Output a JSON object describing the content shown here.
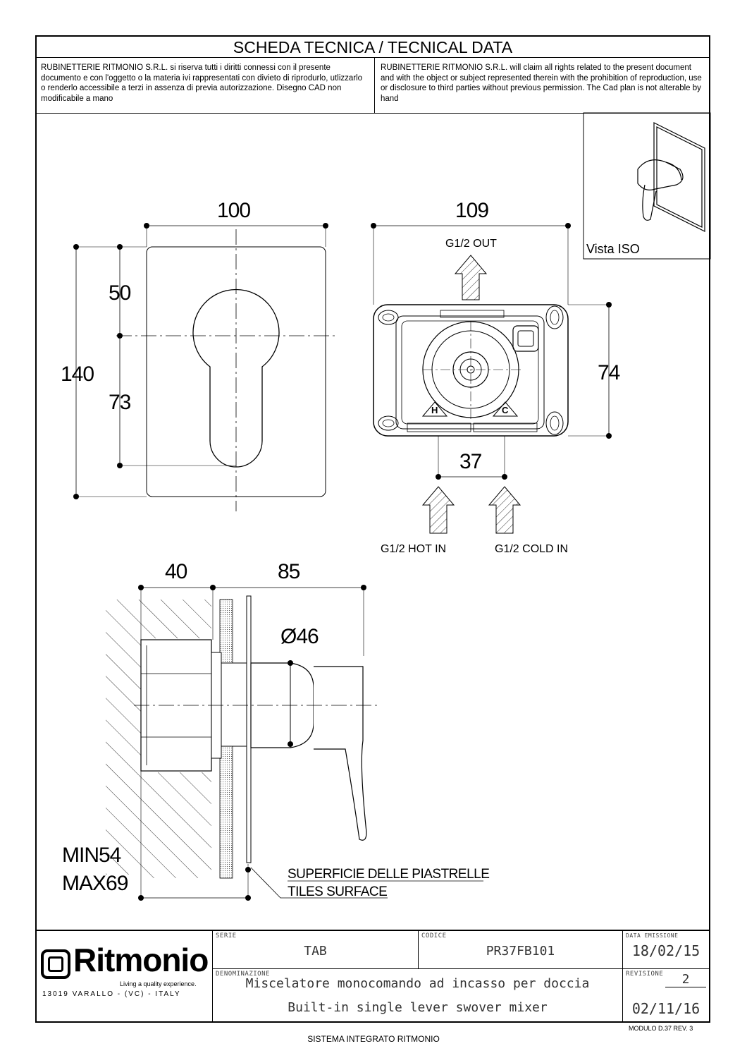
{
  "header": {
    "title": "SCHEDA TECNICA / TECNICAL DATA",
    "disclaimer_it": "RUBINETTERIE RITMONIO S.R.L. si riserva tutti i diritti connessi con il presente documento e con l'oggetto o la materia ivi rappresentati con divieto di riprodurlo, utlizzarlo o renderlo accessibile a terzi in assenza di previa autorizzazione. Disegno CAD non modificabile a mano",
    "disclaimer_en": "RUBINETTERIE RITMONIO S.R.L. will claim all rights related to the present document and with the object or subject represented therein with the prohibition  of reproduction, use or disclosure to third parties without previous permission.  The Cad plan is not alterable by hand"
  },
  "front_view": {
    "dim_width": "100",
    "dim_height": "140",
    "dim_top": "50",
    "dim_lower": "73"
  },
  "back_view": {
    "dim_width": "109",
    "dim_height": "74",
    "dim_inlets": "37",
    "outlet_label": "G1/2 OUT",
    "hot_label": "G1/2 HOT IN",
    "cold_label": "G1/2 COLD IN",
    "hot_mark": "H",
    "cold_mark": "C"
  },
  "iso_view": {
    "label": "Vista ISO"
  },
  "side_view": {
    "dim_wall": "40",
    "dim_projection": "85",
    "dim_diameter": "Ø46",
    "dim_min": "MIN54",
    "dim_max": "MAX69",
    "tiles_it": "SUPERFICIE DELLE PIASTRELLE",
    "tiles_en": "TILES SURFACE"
  },
  "title_block": {
    "brand": "Ritmonio",
    "tagline": "Living a quality experience.",
    "address": "13019 VARALLO - (VC) - ITALY",
    "serie_label": "SERIE",
    "serie": "TAB",
    "codice_label": "CODICE",
    "codice": "PR37FB101",
    "data_label": "DATA EMISSIONE",
    "data": "18/02/15",
    "denominazione_label": "DENOMINAZIONE",
    "description_it": "Miscelatore monocomando ad incasso per doccia",
    "description_en": "Built-in single lever swover mixer",
    "revisione_label": "REVISIONE",
    "revisione": "2",
    "revision_date": "02/11/16"
  },
  "footer": {
    "system": "SISTEMA INTEGRATO RITMONIO",
    "modulo": "MODULO D.37 REV. 3"
  }
}
